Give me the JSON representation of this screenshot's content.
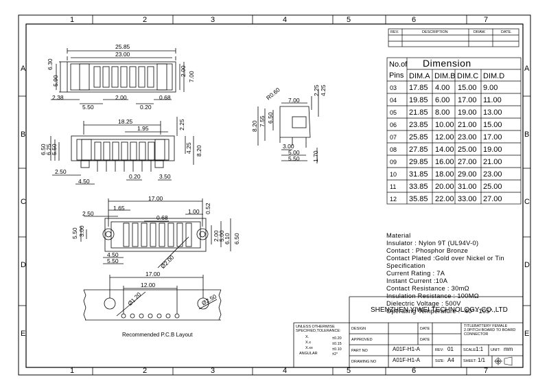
{
  "grid": {
    "cols": [
      "1",
      "2",
      "3",
      "4",
      "5",
      "6",
      "7"
    ],
    "rows": [
      "A",
      "B",
      "C",
      "D",
      "E"
    ]
  },
  "revision_header": {
    "rev": "REV.",
    "description": "DESCRIPTION",
    "draw": "DRAW.",
    "date": "DATE."
  },
  "dimension_table": {
    "title": "Dimension",
    "header_left_top": "No.of",
    "header_left_bottom": "Pins",
    "columns": [
      "DIM.A",
      "DIM.B",
      "DIM.C",
      "DIM.D"
    ],
    "rows": [
      {
        "pins": "03",
        "a": "17.85",
        "b": "4.00",
        "c": "15.00",
        "d": "9.00"
      },
      {
        "pins": "04",
        "a": "19.85",
        "b": "6.00",
        "c": "17.00",
        "d": "11.00"
      },
      {
        "pins": "05",
        "a": "21.85",
        "b": "8.00",
        "c": "19.00",
        "d": "13.00"
      },
      {
        "pins": "06",
        "a": "23.85",
        "b": "10.00",
        "c": "21.00",
        "d": "15.00"
      },
      {
        "pins": "07",
        "a": "25.85",
        "b": "12.00",
        "c": "23.00",
        "d": "17.00"
      },
      {
        "pins": "08",
        "a": "27.85",
        "b": "14.00",
        "c": "25.00",
        "d": "19.00"
      },
      {
        "pins": "09",
        "a": "29.85",
        "b": "16.00",
        "c": "27.00",
        "d": "21.00"
      },
      {
        "pins": "10",
        "a": "31.85",
        "b": "18.00",
        "c": "29.00",
        "d": "23.00"
      },
      {
        "pins": "11",
        "a": "33.85",
        "b": "20.00",
        "c": "31.00",
        "d": "25.00"
      },
      {
        "pins": "12",
        "a": "35.85",
        "b": "22.00",
        "c": "33.00",
        "d": "27.00"
      }
    ]
  },
  "material": [
    "Material",
    "Insulator : Nylon 9T (UL94V-0)",
    "Contact : Phosphor   Bronze",
    "Contact Plated :Gold over Nickel or Tin",
    "Specification",
    "Current Rating : 7A",
    "Instant Current :10A",
    "Contact Resistance : 30mΩ",
    "Insulation Resistance : 100MΩ",
    "Dielectric   Voltage : 500V",
    "Operating Temperature : -40°~105°"
  ],
  "company": "SHENZHEN YIWEI TECHNOLOGY CO.,LTD",
  "title_block": {
    "tolerance_title": "UNLESS OTHERWISE SPECIFIED,TOLERANCE:",
    "tol_rows": [
      {
        "k": "X.",
        "v": "±0.20"
      },
      {
        "k": "X.x",
        "v": "±0.15"
      },
      {
        "k": "X.xx",
        "v": "±0.10"
      },
      {
        "k": "ANGULAR",
        "v": "±2°"
      }
    ],
    "design": "DESIGN",
    "approved": "APPROVED",
    "part_no": "PART NO",
    "drawing_no": "DRAWING NO",
    "date": "DATE",
    "part_value": "A01F-H1-A",
    "drawing_value": "A01F-H1-A",
    "rev_label": "REV:",
    "rev_value": "01",
    "size_label": "SIZE:",
    "size_value": "A4",
    "title_label": "TITLE",
    "title_value": "BATTERY FEMALE 2.0PITCH BOARD TO BOARD CONNECTOR",
    "scale_label": "SCALE:",
    "scale_value": "1:1",
    "unit_label": "UNIT:",
    "unit_value": "mm",
    "sheet_label": "SHEET:",
    "sheet_value": "1/1"
  },
  "pcb_caption": "Recommended P.C.B Layout",
  "dims": {
    "top_overall": "25.85",
    "top_inner": "23.00",
    "top_h1": "6.30",
    "top_h2": "5.90",
    "top_r1": "2.00",
    "top_r2": "7.00",
    "top_b1": "2.38",
    "top_b2": "5.50",
    "top_b3": "2.00",
    "top_b4": "0.20",
    "top_b5": "0.68",
    "mid_w": "18.25",
    "mid_w2": "1.95",
    "mid_r": "2.25",
    "mid_l1": "6.50",
    "mid_l2": "6.25",
    "mid_l3": "5.50",
    "mid_r2": "4.25",
    "mid_r3": "8.20",
    "mid_b1": "2.50",
    "mid_b2": "4.50",
    "mid_b3": "0.20",
    "mid_b4": "3.50",
    "side_r": "R0.60",
    "side_w": "7.00",
    "side_t1": "2.25",
    "side_t2": "4.25",
    "side_l1": "8.20",
    "side_l2": "7.55",
    "side_l3": "6.50",
    "side_b1": "3.00",
    "side_b2": "5.00",
    "side_b3": "5.50",
    "side_b4": "1.70",
    "bot_w": "17.00",
    "bot_w2": "2.50",
    "bot_w3": "1.65",
    "bot_w4": "0.68",
    "bot_w5": "1.00",
    "bot_w6": "0.52",
    "bot_l1": "5.50",
    "bot_l2": "3.00",
    "bot_r1": "2.00",
    "bot_r2": "5.00",
    "bot_r3": "6.10",
    "bot_r4": "6.50",
    "bot_b1": "4.50",
    "bot_b2": "5.50",
    "bot_d": "Ø2.00",
    "pcb_w": "17.00",
    "pcb_w2": "12.00",
    "pcb_d1": "Ø1.20",
    "pcb_d2": "Ø2.50"
  }
}
